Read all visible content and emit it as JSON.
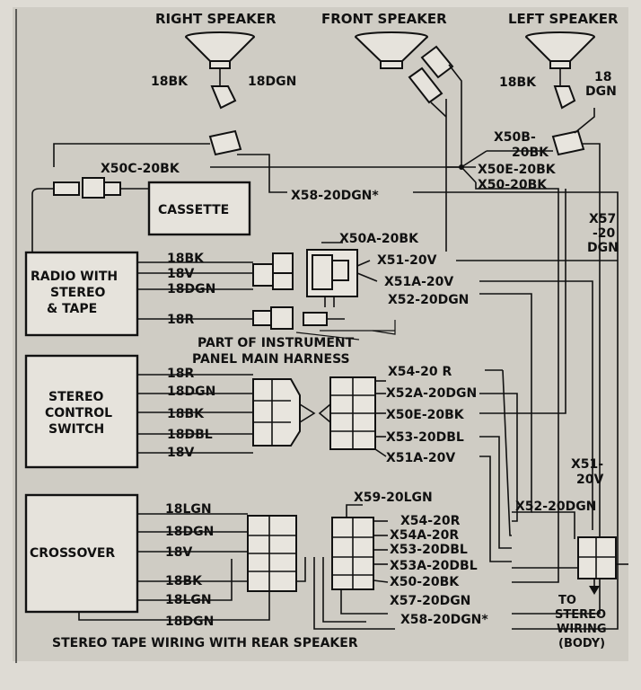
{
  "speakers": {
    "right": {
      "title": "RIGHT SPEAKER",
      "wire_a": "18BK",
      "wire_b": "18DGN"
    },
    "front": {
      "title": "FRONT SPEAKER"
    },
    "left": {
      "title": "LEFT SPEAKER",
      "wire_a": "18BK",
      "wire_b1": "18",
      "wire_b2": "DGN"
    }
  },
  "components": {
    "radio": [
      "RADIO WITH",
      "STEREO",
      "& TAPE"
    ],
    "cassette": "CASSETTE",
    "switch": [
      "STEREO",
      "CONTROL",
      "SWITCH"
    ],
    "crossover": "CROSSOVER"
  },
  "top_wires": {
    "x50c": "X50C-20BK",
    "x58": "X58-20DGN*",
    "x50b_1": "X50B-",
    "x50b_2": "20BK",
    "x50e": "X50E-20BK",
    "x50": "X50-20BK",
    "x57_1": "X57",
    "x57_2": "-20",
    "x57_3": "DGN",
    "x50a": "X50A-20BK",
    "x51": "X51-20V",
    "x51a": "X51A-20V",
    "x52": "X52-20DGN"
  },
  "radio_wires": [
    "18BK",
    "18V",
    "18DGN",
    "18R"
  ],
  "harness_note": [
    "PART OF INSTRUMENT",
    "PANEL MAIN HARNESS"
  ],
  "switch_wires": [
    "18R",
    "18DGN",
    "18BK",
    "18DBL",
    "18V"
  ],
  "switch_out_wires": [
    "X54-20 R",
    "X52A-20DGN",
    "X50E-20BK",
    "X53-20DBL",
    "X51A-20V"
  ],
  "right_side": {
    "x51_1": "X51-",
    "x51_2": "20V",
    "x52": "X52-20DGN"
  },
  "crossover_wires": [
    "18LGN",
    "18DGN",
    "18V",
    "18BK",
    "18LGN",
    "18DGN"
  ],
  "crossover_out_wires": {
    "x59": "X59-20LGN",
    "list": [
      "X54-20R",
      "X54A-20R",
      "X53-20DBL",
      "X53A-20DBL",
      "X50-20BK",
      "X57-20DGN",
      "X58-20DGN*"
    ]
  },
  "stereo_body": [
    "TO",
    "STEREO",
    "WIRING",
    "(BODY)"
  ],
  "caption": "STEREO TAPE WIRING WITH REAR SPEAKER"
}
